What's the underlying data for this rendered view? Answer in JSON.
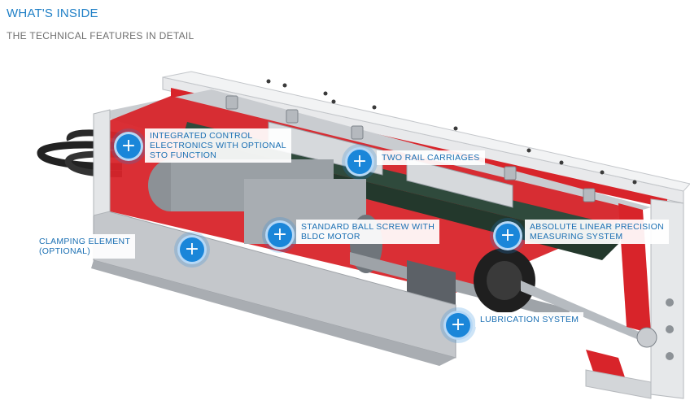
{
  "header": {
    "title": "WHAT'S INSIDE",
    "subtitle": "THE TECHNICAL FEATURES IN DETAIL"
  },
  "hotspots": [
    {
      "icon": "plus-icon",
      "symbol": "+",
      "label": "INTEGRATED CONTROL\nELECTRONICS WITH OPTIONAL\nSTO FUNCTION"
    },
    {
      "icon": "plus-icon",
      "symbol": "+",
      "label": "TWO RAIL CARRIAGES"
    },
    {
      "icon": "plus-icon",
      "symbol": "+",
      "label": "CLAMPING ELEMENT\n(OPTIONAL)"
    },
    {
      "icon": "plus-icon",
      "symbol": "+",
      "label": "STANDARD BALL SCREW WITH\nBLDC MOTOR"
    },
    {
      "icon": "plus-icon",
      "symbol": "+",
      "label": "ABSOLUTE LINEAR PRECISION\nMEASURING SYSTEM"
    },
    {
      "icon": "plus-icon",
      "symbol": "+",
      "label": "LUBRICATION SYSTEM"
    }
  ],
  "colors": {
    "accent": "#1a86d9",
    "housing_red": "#d8242a",
    "aluminium": "#d9dcdf"
  }
}
